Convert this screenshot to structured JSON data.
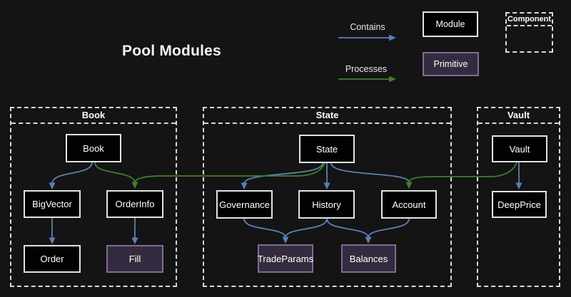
{
  "title": "Pool Modules",
  "legend": {
    "contains_label": "Contains",
    "processes_label": "Processes",
    "module_label": "Module",
    "primitive_label": "Primitive",
    "component_label": "Component"
  },
  "group_labels": {
    "book": "Book",
    "state": "State",
    "vault": "Vault"
  },
  "nodes": {
    "book": "Book",
    "bigvector": "BigVector",
    "orderinfo": "OrderInfo",
    "order": "Order",
    "fill": "Fill",
    "state": "State",
    "governance": "Governance",
    "history": "History",
    "account": "Account",
    "tradeparams": "TradeParams",
    "balances": "Balances",
    "vault": "Vault",
    "deepprice": "DeepPrice"
  },
  "node_types": {
    "module": [
      "Book",
      "BigVector",
      "OrderInfo",
      "Order",
      "State",
      "Governance",
      "History",
      "Account",
      "Vault",
      "DeepPrice"
    ],
    "primitive": [
      "Fill",
      "TradeParams",
      "Balances"
    ]
  },
  "edges": [
    {
      "from": "Book",
      "to": "BigVector",
      "type": "contains"
    },
    {
      "from": "BigVector",
      "to": "Order",
      "type": "contains"
    },
    {
      "from": "OrderInfo",
      "to": "Fill",
      "type": "contains"
    },
    {
      "from": "State",
      "to": "Governance",
      "type": "contains"
    },
    {
      "from": "State",
      "to": "History",
      "type": "contains"
    },
    {
      "from": "State",
      "to": "Account",
      "type": "contains"
    },
    {
      "from": "Governance",
      "to": "TradeParams",
      "type": "contains"
    },
    {
      "from": "History",
      "to": "TradeParams",
      "type": "contains"
    },
    {
      "from": "History",
      "to": "Balances",
      "type": "contains"
    },
    {
      "from": "Account",
      "to": "Balances",
      "type": "contains"
    },
    {
      "from": "Vault",
      "to": "DeepPrice",
      "type": "contains"
    },
    {
      "from": "Book",
      "to": "OrderInfo",
      "type": "processes"
    },
    {
      "from": "State",
      "to": "OrderInfo",
      "type": "processes"
    },
    {
      "from": "Vault",
      "to": "Account",
      "type": "processes"
    }
  ],
  "colors": {
    "background": "#141414",
    "contains_arrow": "#5a80b6",
    "processes_arrow": "#41802c",
    "module_fill": "#020202",
    "module_border": "#e3e3e3",
    "primitive_fill": "#342b3f",
    "primitive_border": "#826a96",
    "container_dash": "#d9d9d9"
  }
}
